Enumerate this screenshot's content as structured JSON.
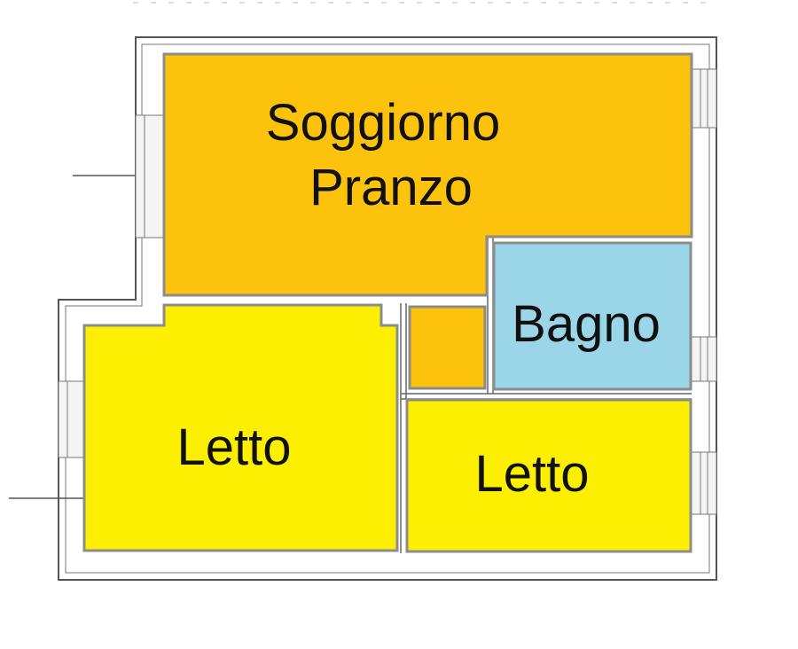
{
  "colors": {
    "living": "#FCC20C",
    "bedroom": "#FDEF02",
    "bath": "#9AD6E7",
    "hall": "#FCC20C",
    "wall": "#555555",
    "room_border": "#8C8C8C",
    "background": "#FFFFFF"
  },
  "rooms": {
    "living": {
      "line1": "Soggiorno",
      "line2": "Pranzo"
    },
    "bath": {
      "label": "Bagno"
    },
    "bedroom_left": {
      "label": "Letto"
    },
    "bedroom_right": {
      "label": "Letto"
    }
  }
}
